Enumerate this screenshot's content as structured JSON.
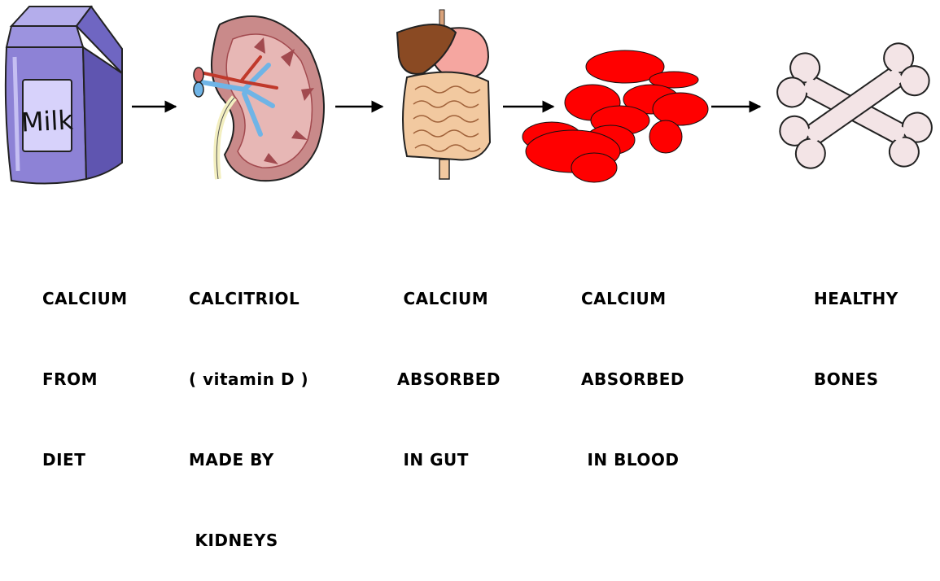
{
  "diagram": {
    "colors": {
      "milk_carton": "#8d82d6",
      "milk_carton_dark": "#5f55b0",
      "kidney": "#c98a8a",
      "kidney_dark": "#a24a4f",
      "vein_blue": "#6fb4e6",
      "liver": "#8a4a23",
      "intestine": "#f2c9a0",
      "blood_cell": "#ff0000",
      "bone": "#f3e4e6"
    },
    "steps": [
      {
        "icon": "milk-carton-icon",
        "carton_text": "Milk",
        "lines": [
          "CALCIUM",
          "FROM",
          "DIET"
        ]
      },
      {
        "icon": "kidney-icon",
        "lines": [
          "CALCITRIOL",
          "( vitamin D )",
          "MADE BY",
          " KIDNEYS"
        ]
      },
      {
        "icon": "digestive-system-icon",
        "lines": [
          " CALCIUM",
          "ABSORBED",
          " IN GUT"
        ]
      },
      {
        "icon": "red-blood-cells-icon",
        "lines": [
          "CALCIUM",
          "ABSORBED",
          " IN BLOOD"
        ]
      },
      {
        "icon": "bones-icon",
        "lines": [
          "HEALTHY",
          "BONES"
        ]
      }
    ]
  }
}
